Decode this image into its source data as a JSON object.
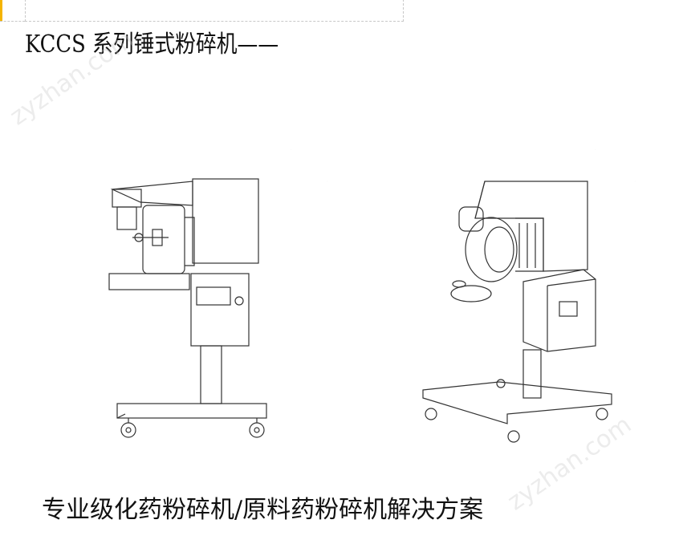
{
  "heading": "KCCS 系列锤式粉碎机——",
  "subheading": "专业级化药粉碎机/原料药粉碎机解决方案",
  "watermark": "zyzhan.com",
  "images": [
    {
      "name": "hammer-mill-side-view"
    },
    {
      "name": "hammer-mill-perspective-view"
    }
  ],
  "colors": {
    "accent": "#f5b400"
  }
}
